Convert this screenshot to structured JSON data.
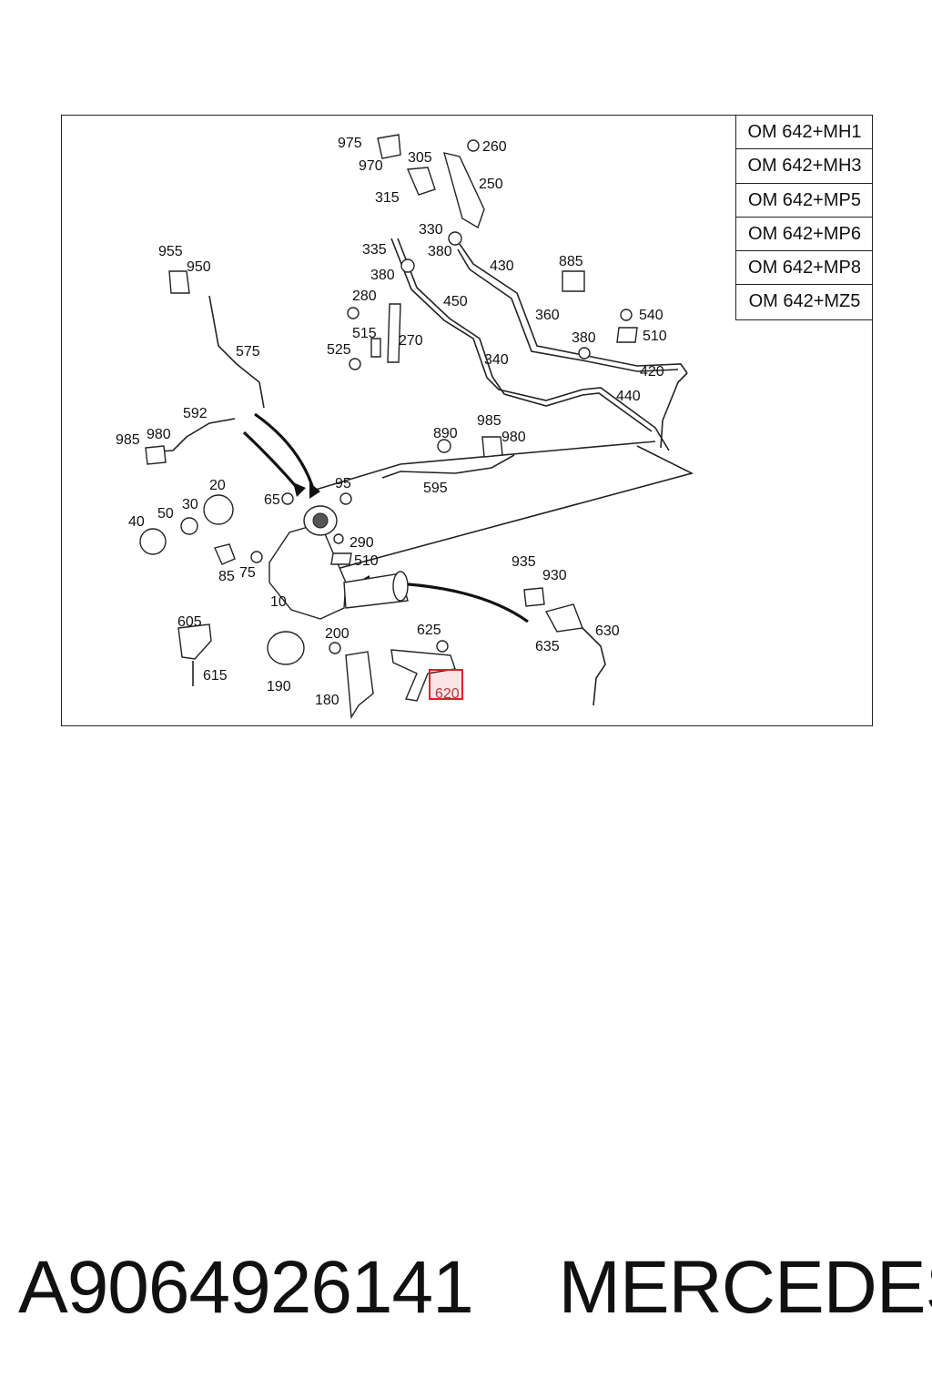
{
  "variants": [
    "OM 642+MH1",
    "OM 642+MH3",
    "OM 642+MP5",
    "OM 642+MP6",
    "OM 642+MP8",
    "OM 642+MZ5"
  ],
  "callouts": {
    "c975": "975",
    "c970": "970",
    "c305": "305",
    "c260": "260",
    "c250": "250",
    "c315": "315",
    "c330": "330",
    "c335": "335",
    "c380a": "380",
    "c380b": "380",
    "c430": "430",
    "c885": "885",
    "c955": "955",
    "c950": "950",
    "c450": "450",
    "c280": "280",
    "c270": "270",
    "c515": "515",
    "c525": "525",
    "c360": "360",
    "c540": "540",
    "c510a": "510",
    "c380c": "380",
    "c575": "575",
    "c340": "340",
    "c420": "420",
    "c440": "440",
    "c592": "592",
    "c985a": "985",
    "c980a": "980",
    "c890": "890",
    "c985b": "985",
    "c980b": "980",
    "c595": "595",
    "c20": "20",
    "c95": "95",
    "c65": "65",
    "c50": "50",
    "c30": "30",
    "c40": "40",
    "c290": "290",
    "c510b": "510",
    "c85": "85",
    "c75": "75",
    "c10": "10",
    "c935": "935",
    "c930": "930",
    "c605": "605",
    "c625": "625",
    "c200": "200",
    "c630": "630",
    "c635": "635",
    "c615": "615",
    "c190": "190",
    "c180": "180",
    "c620": "620"
  },
  "highlight_color": "#e0202a",
  "footer": {
    "part_number": "A9064926141",
    "brand": "MERCEDES"
  }
}
